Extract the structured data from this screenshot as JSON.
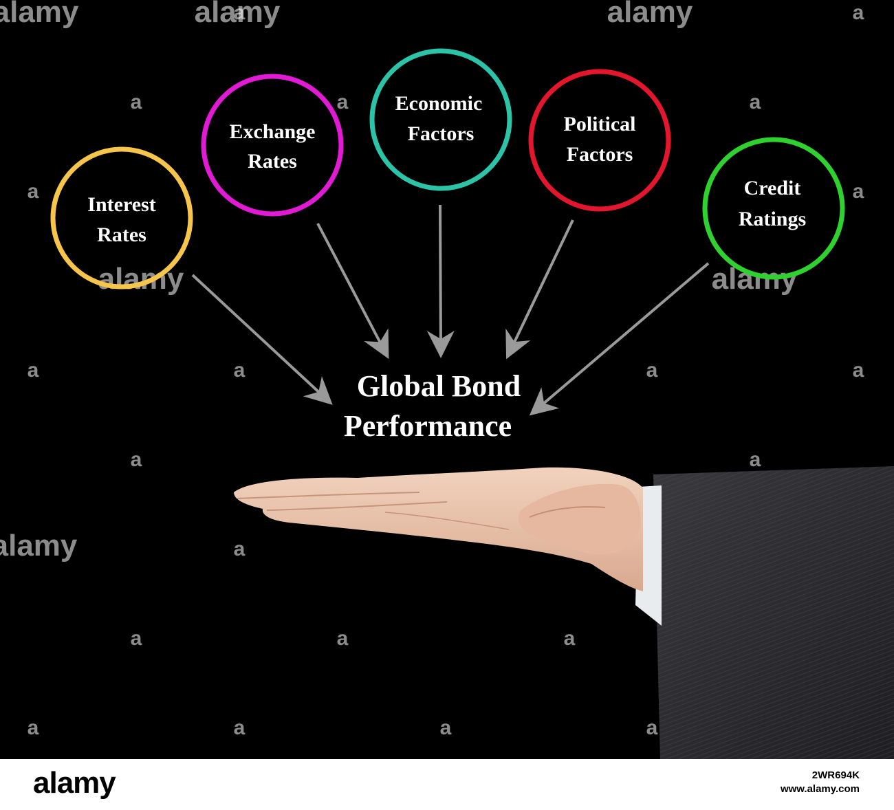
{
  "diagram": {
    "center_title_line1": "Global Bond",
    "center_title_line2": "Performance",
    "factors": [
      {
        "line1": "Interest",
        "line2": "Rates",
        "color": "#f6c54a"
      },
      {
        "line1": "Exchange",
        "line2": "Rates",
        "color": "#e21ad6"
      },
      {
        "line1": "Economic",
        "line2": "Factors",
        "color": "#2cc4a8"
      },
      {
        "line1": "Political",
        "line2": "Factors",
        "color": "#e4162d"
      },
      {
        "line1": "Credit",
        "line2": "Ratings",
        "color": "#2fd12f"
      }
    ],
    "arrow_color": "#9a9a9a"
  },
  "watermark": {
    "brand": "alamy",
    "small_mark": "a"
  },
  "footer": {
    "logo": "alamy",
    "image_id": "2WR694K",
    "site": "www.alamy.com"
  }
}
